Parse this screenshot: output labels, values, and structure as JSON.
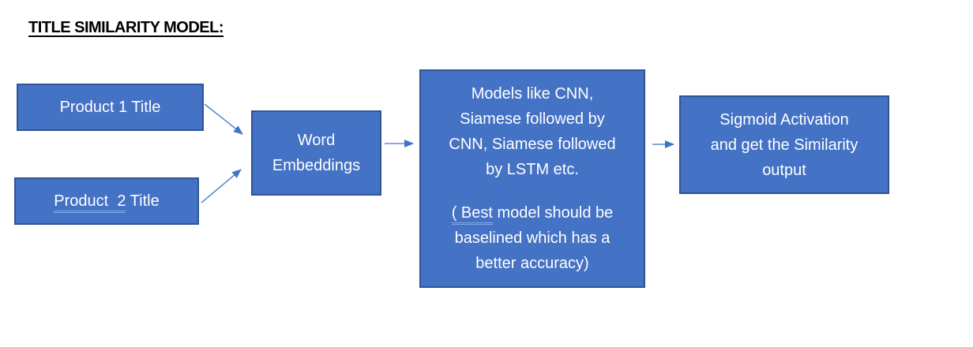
{
  "title": "TITLE SIMILARITY MODEL:",
  "colors": {
    "box_fill": "#4472C4",
    "box_border": "#2F5496",
    "arrow_line": "#5B8BD5",
    "arrow_head": "#4472C4",
    "grammar_underline": "#7FA8E8",
    "title_text": "#000000",
    "box_text": "#FFFFFF",
    "background": "#FFFFFF"
  },
  "diagram": {
    "boxes": {
      "product1": {
        "label": "Product 1 Title"
      },
      "product2": {
        "underlined": "Product  2",
        "rest": " Title"
      },
      "word_embeddings": {
        "line1": "Word",
        "line2": "Embeddings"
      },
      "models": {
        "lines": [
          "Models like CNN,",
          "Siamese followed by",
          "CNN, Siamese followed",
          "by LSTM etc."
        ],
        "note_line1_underlined": "( Best",
        "note_line1_rest": " model should be",
        "note_line2": "baselined which has a",
        "note_line3": "better accuracy)"
      },
      "sigmoid": {
        "lines": [
          "Sigmoid Activation",
          "and get the Similarity",
          "output"
        ]
      }
    }
  }
}
